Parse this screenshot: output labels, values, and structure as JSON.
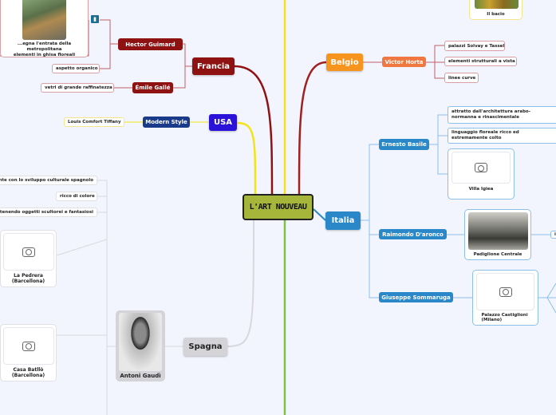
{
  "central": {
    "label": "L'ART NOUVEAU"
  },
  "francia": {
    "label": "Francia",
    "color": "#8e1212",
    "guimard": {
      "label": "Hector Guimard",
      "image_caption": "...egna l'entrata della metropolitana\n elementi in ghisa floreali",
      "note": "aspetto organico",
      "icon": "chart-icon"
    },
    "galle": {
      "label": "Émile Gallé",
      "note": "vetri di grande raffinatezza"
    }
  },
  "usa": {
    "label": "USA",
    "color": "#2a12d9",
    "modern": {
      "label": "Modern Style",
      "note": "Louis Comfort Tiffany"
    }
  },
  "belgio": {
    "label": "Belgio",
    "color": "#f7941d",
    "horta": {
      "label": "Victor Horta",
      "notes": [
        "palazzi Solvay e Tassel",
        "elementi strutturali a vista",
        "linee curve"
      ]
    },
    "bacio": "Il bacio"
  },
  "italia": {
    "label": "Italia",
    "color": "#2b88c8",
    "basile": {
      "label": "Ernesto Basile",
      "notes": [
        "attratto dall'architettura arabo-normanna e rinascimentale",
        "linguaggio floreale ricco ed estremamente colto"
      ],
      "image": "Villa Igiea"
    },
    "daronco": {
      "label": "Raimondo D'aronco",
      "image": "Padiglione Centrale",
      "note": "in"
    },
    "sommaruga": {
      "label": "Giuseppe Sommaruga",
      "image": "Palazzo Castiglioni (Milano)"
    }
  },
  "spagna": {
    "label": "Spagna",
    "gaudi": {
      "label": "Antoni Gaudì",
      "notes": [
        "...nte con lo sviluppo culturale spagnolo",
        "ricco di colore",
        "...ttenendo oggetti scultorei e fantasiosi"
      ],
      "images": [
        "La Pedrera (Barcellona)",
        "Casa Batllò (Barcellona)"
      ]
    }
  }
}
